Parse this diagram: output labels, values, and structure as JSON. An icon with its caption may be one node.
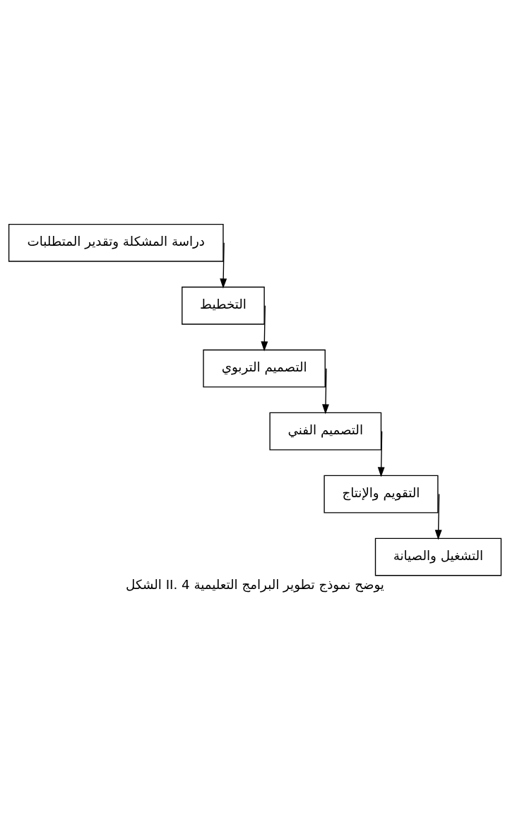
{
  "diagram": {
    "caption": "الشكل II. 4 يوضح نموذج تطوير البرامج التعليمية",
    "nodes": [
      {
        "text": [
          "دراسة المشكلة وتقدير المتطلبات"
        ]
      },
      {
        "text": [
          "التخطيط"
        ]
      },
      {
        "text": [
          "التصميم التربوي"
        ]
      },
      {
        "text": [
          "التصميم الفني"
        ]
      },
      {
        "text": [
          "التقويم والإنتاج"
        ]
      },
      {
        "text": [
          "التشغيل والصيانة"
        ]
      }
    ],
    "edges": [
      {
        "from": 0,
        "to": 1,
        "arrow": "to"
      },
      {
        "from": 1,
        "to": 2,
        "arrow": "to"
      },
      {
        "from": 2,
        "to": 3,
        "arrow": "to"
      },
      {
        "from": 3,
        "to": 4,
        "arrow": "to"
      },
      {
        "from": 4,
        "to": 5,
        "arrow": "to"
      }
    ]
  }
}
